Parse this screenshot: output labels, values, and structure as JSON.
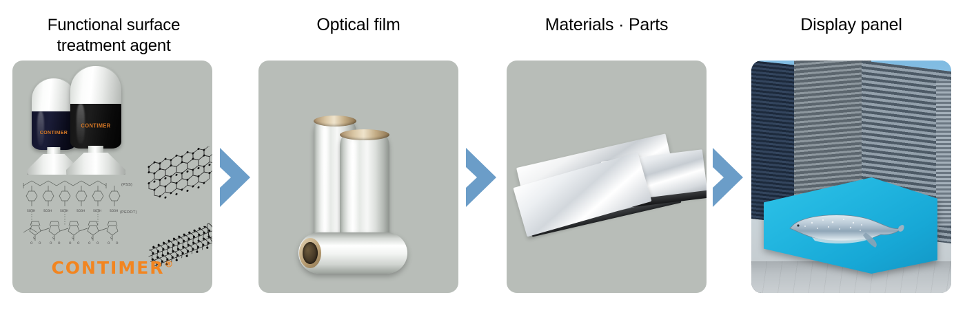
{
  "diagram": {
    "type": "process-flow",
    "orientation": "horizontal",
    "stage_count": 4,
    "arrow_count": 3,
    "colors": {
      "panel_background": "#b8bdb8",
      "arrow": "#6b9dc8",
      "title_text": "#000000",
      "brand_orange": "#f28520",
      "page_background": "#ffffff"
    }
  },
  "stages": [
    {
      "id": "functional-surface-treatment-agent",
      "title": "Functional surface\ntreatment agent",
      "title_lines": [
        "Functional surface",
        "treatment agent"
      ],
      "image_description": "two bottles of dark conductive coating liquid, PEDOT:PSS chemical structure, graphene lattice and carbon nanotube",
      "brand": "CONTIMER",
      "brand_mark": "®",
      "bottle_label": "CONTIMER",
      "chem_labels": [
        "(PSS)",
        "(PEDOT)"
      ],
      "chem_group_label": "SO3H"
    },
    {
      "id": "optical-film",
      "title": "Optical film",
      "title_lines": [
        "Optical film"
      ],
      "image_description": "three transparent optical film rolls on cardboard cores"
    },
    {
      "id": "materials-parts",
      "title": "Materials · Parts",
      "title_lines": [
        "Materials · Parts"
      ],
      "image_description": "stacked silver metallic sheets and parts"
    },
    {
      "id": "display-panel",
      "title": "Display panel",
      "title_lines": [
        "Display panel"
      ],
      "image_description": "large outdoor 3D LED display panel on a building showing a blue whale"
    }
  ],
  "arrows": [
    {
      "id": "arrow-1",
      "from": "functional-surface-treatment-agent",
      "to": "optical-film",
      "glyph": "chevron-right"
    },
    {
      "id": "arrow-2",
      "from": "optical-film",
      "to": "materials-parts",
      "glyph": "chevron-right"
    },
    {
      "id": "arrow-3",
      "from": "materials-parts",
      "to": "display-panel",
      "glyph": "chevron-right"
    }
  ]
}
